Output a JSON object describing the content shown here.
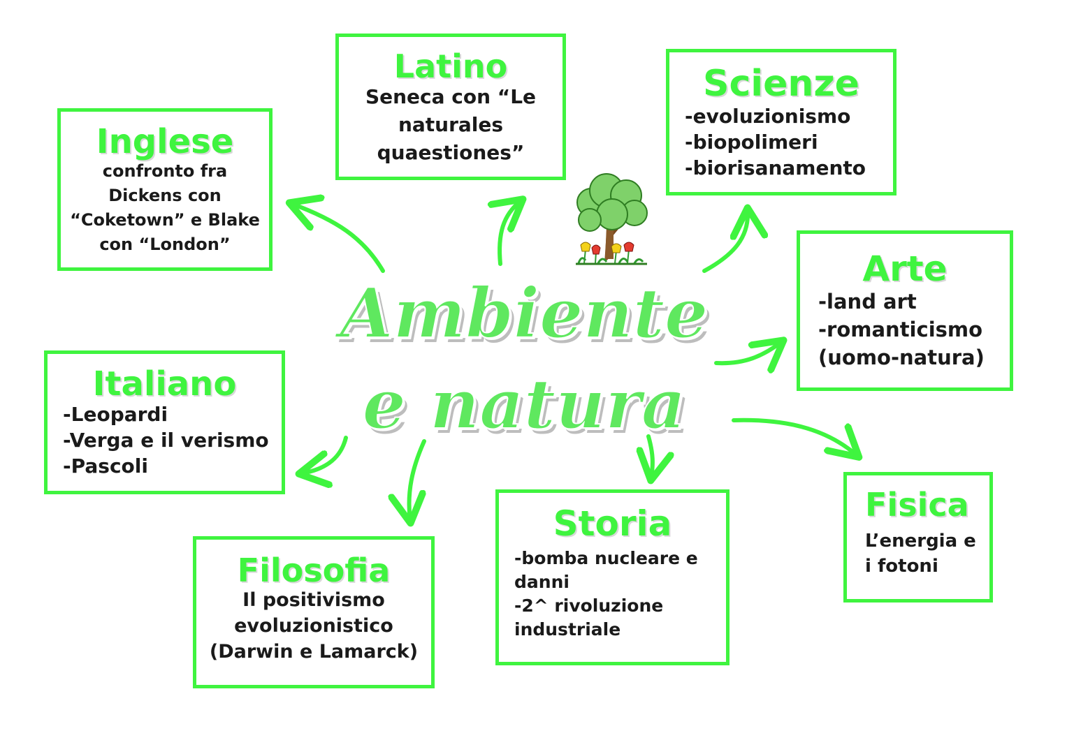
{
  "title": {
    "line1": "Ambiente",
    "line2": "e natura"
  },
  "accent_color": "#3ff43f",
  "center_icon": "tree-with-tulips",
  "nodes": {
    "inglese": {
      "title": "Inglese",
      "lines": [
        "confronto fra",
        "Dickens con",
        "“Coketown” e Blake",
        "con “London”"
      ]
    },
    "latino": {
      "title": "Latino",
      "lines": [
        "Seneca con “Le",
        "naturales",
        "quaestiones”"
      ]
    },
    "scienze": {
      "title": "Scienze",
      "items": [
        "-evoluzionismo",
        "-biopolimeri",
        "-biorisanamento"
      ]
    },
    "arte": {
      "title": "Arte",
      "items": [
        "-land art",
        "-romanticismo",
        "(uomo-natura)"
      ]
    },
    "italiano": {
      "title": "Italiano",
      "items": [
        "-Leopardi",
        "-Verga e il verismo",
        "-Pascoli"
      ]
    },
    "filosofia": {
      "title": "Filosofia",
      "lines": [
        "Il positivismo",
        "evoluzionistico",
        "(Darwin e Lamarck)"
      ]
    },
    "storia": {
      "title": "Storia",
      "items": [
        "-bomba nucleare e",
        "danni",
        "-2^ rivoluzione",
        "industriale"
      ]
    },
    "fisica": {
      "title": "Fisica",
      "lines": [
        "L’energia e",
        "i fotoni"
      ]
    }
  }
}
